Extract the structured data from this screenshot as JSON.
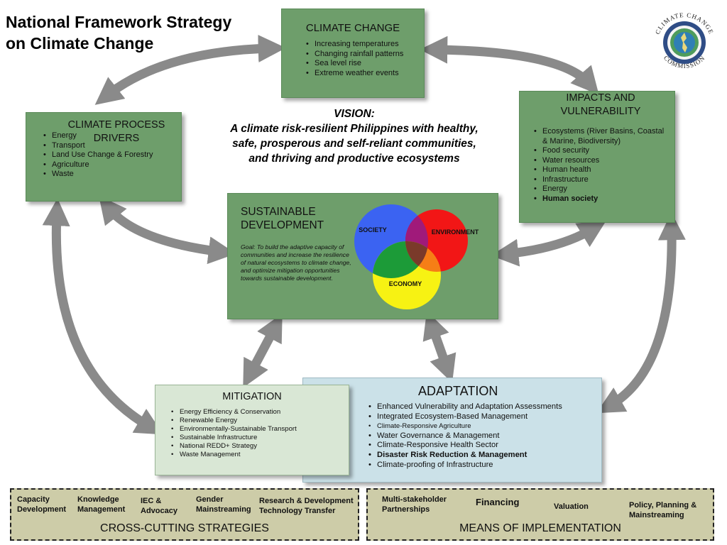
{
  "page_title": [
    "National Framework Strategy",
    "on Climate Change"
  ],
  "logo": {
    "top_text": "CLIMATE CHANGE",
    "bottom_text": "COMMISSION"
  },
  "climate_change": {
    "title": "CLIMATE CHANGE",
    "items": [
      "Increasing temperatures",
      "Changing rainfall patterns",
      "Sea level rise",
      "Extreme weather events"
    ]
  },
  "drivers": {
    "title": "CLIMATE PROCESS DRIVERS",
    "items": [
      "Energy",
      "Transport",
      "Land Use Change & Forestry",
      "Agriculture",
      "Waste"
    ]
  },
  "impacts": {
    "title": "IMPACTS AND VULNERABILITY",
    "items": [
      "Ecosystems (River Basins, Coastal & Marine, Biodiversity)",
      "Food security",
      "Water resources",
      "Human health",
      "Infrastructure",
      "Energy",
      "Human society"
    ]
  },
  "vision": {
    "label": "VISION:",
    "text": "A climate risk-resilient Philippines with healthy, safe, prosperous and self-reliant communities, and thriving and productive ecosystems"
  },
  "sustainable": {
    "title": "SUSTAINABLE DEVELOPMENT",
    "goal": "Goal: To build the adaptive capacity of communities and increase the resilience of natural ecosystems to climate change, and optimize mitigation opportunities towards sustainable development.",
    "venn": {
      "society": "SOCIETY",
      "environment": "ENVIRONMENT",
      "economy": "ECONOMY"
    }
  },
  "mitigation": {
    "title": "MITIGATION",
    "items": [
      "Energy Efficiency & Conservation",
      "Renewable Energy",
      "Environmentally-Sustainable Transport",
      "Sustainable Infrastructure",
      "National REDD+ Strategy",
      "Waste Management"
    ]
  },
  "adaptation": {
    "title": "ADAPTATION",
    "items": [
      "Enhanced Vulnerability and Adaptation Assessments",
      "Integrated Ecosystem-Based Management",
      "Climate-Responsive Agriculture",
      "Water Governance & Management",
      "Climate-Responsive Health Sector",
      "Disaster Risk Reduction & Management",
      "Climate-proofing of Infrastructure"
    ]
  },
  "cross_cutting": {
    "title": "CROSS-CUTTING STRATEGIES",
    "items": [
      "Capacity Development",
      "Knowledge Management",
      "IEC & Advocacy",
      "Gender Mainstreaming",
      "Research & Development Technology Transfer"
    ]
  },
  "means": {
    "title": "MEANS OF IMPLEMENTATION",
    "items": [
      "Multi-stakeholder Partnerships",
      "Financing",
      "Valuation",
      "Policy, Planning & Mainstreaming"
    ]
  },
  "colors": {
    "box_green": "#6e9e6b",
    "mitigation_bg": "#d9e7d5",
    "adaptation_bg": "#cbe1e8",
    "bottom_bg": "#cdcca8",
    "arrow": "#8a8a8a"
  }
}
